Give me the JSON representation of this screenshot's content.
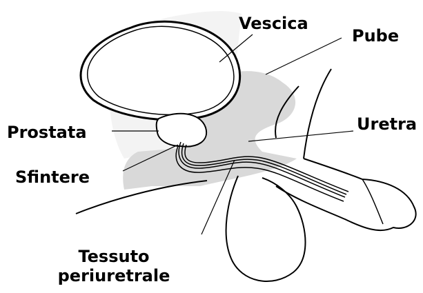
{
  "labels": {
    "vescica": "Vescica",
    "pube": "Pube",
    "prostata": "Prostata",
    "uretra": "Uretra",
    "sfintere": "Sfintere",
    "tessuto_line1": "Tessuto",
    "tessuto_line2": "periuretrale"
  },
  "colors": {
    "outline": "#000000",
    "shade": "#d9d9d9",
    "background": "#ffffff"
  }
}
